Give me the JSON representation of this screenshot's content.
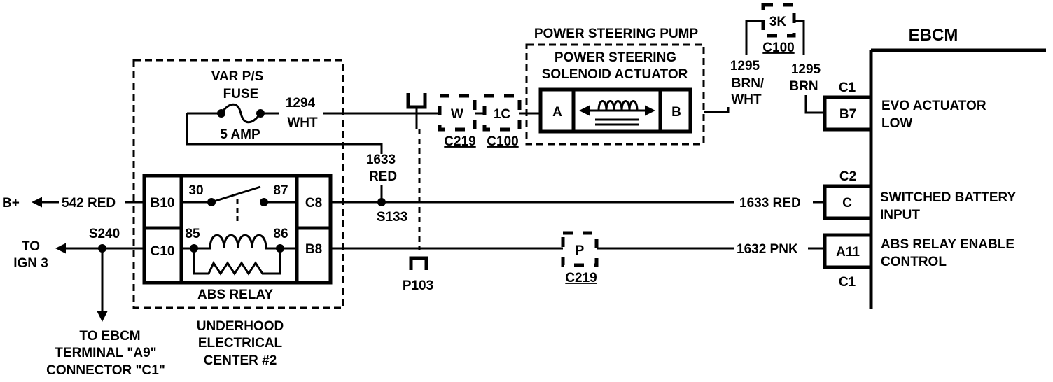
{
  "colors": {
    "line": "#000000",
    "background": "#ffffff"
  },
  "fuse": {
    "name_1": "VAR P/S",
    "name_2": "FUSE",
    "rating": "5 AMP"
  },
  "wires": {
    "w1294_num": "1294",
    "w1294_color": "WHT",
    "w1633_num": "1633",
    "w1633_color": "RED",
    "b_plus_arrow": "B+",
    "b_plus_wire": "542 RED",
    "w1295a_num": "1295",
    "w1295a_color_1": "BRN/",
    "w1295a_color_2": "WHT",
    "w1295b_num": "1295",
    "w1295b_color": "BRN",
    "ebcm_1633": "1633 RED",
    "ebcm_1632": "1632 PNK"
  },
  "splices": {
    "s240": "S240",
    "s133": "S133"
  },
  "pass_through": {
    "name": "P103"
  },
  "connectors": {
    "c219": "C219",
    "c100": "C100",
    "pin_w": "W",
    "pin_1c": "1C",
    "pin_3k": "3K",
    "pin_p": "P"
  },
  "relay": {
    "name": "ABS RELAY",
    "terminal_30": "30",
    "terminal_87": "87",
    "terminal_85": "85",
    "terminal_86": "86",
    "pin_b10": "B10",
    "pin_c10": "C10",
    "pin_c8": "C8",
    "pin_b8": "B8"
  },
  "underhood": {
    "line1": "UNDERHOOD",
    "line2": "ELECTRICAL",
    "line3": "CENTER #2"
  },
  "ign": {
    "line1": "TO",
    "line2": "IGN 3"
  },
  "to_ebcm": {
    "line1": "TO EBCM",
    "line2": "TERMINAL \"A9\"",
    "line3": "CONNECTOR \"C1\""
  },
  "pump": {
    "title": "POWER STEERING PUMP",
    "actuator_1": "POWER STEERING",
    "actuator_2": "SOLENOID ACTUATOR",
    "pin_a": "A",
    "pin_b": "B"
  },
  "ebcm": {
    "title": "EBCM",
    "c1_top": "C1",
    "pin_b7": "B7",
    "b7_desc_1": "EVO ACTUATOR",
    "b7_desc_2": "LOW",
    "c2": "C2",
    "pin_c": "C",
    "c_desc_1": "SWITCHED BATTERY",
    "c_desc_2": "INPUT",
    "pin_a11": "A11",
    "a11_desc_1": "ABS RELAY ENABLE",
    "a11_desc_2": "CONTROL",
    "c1_bottom": "C1"
  }
}
